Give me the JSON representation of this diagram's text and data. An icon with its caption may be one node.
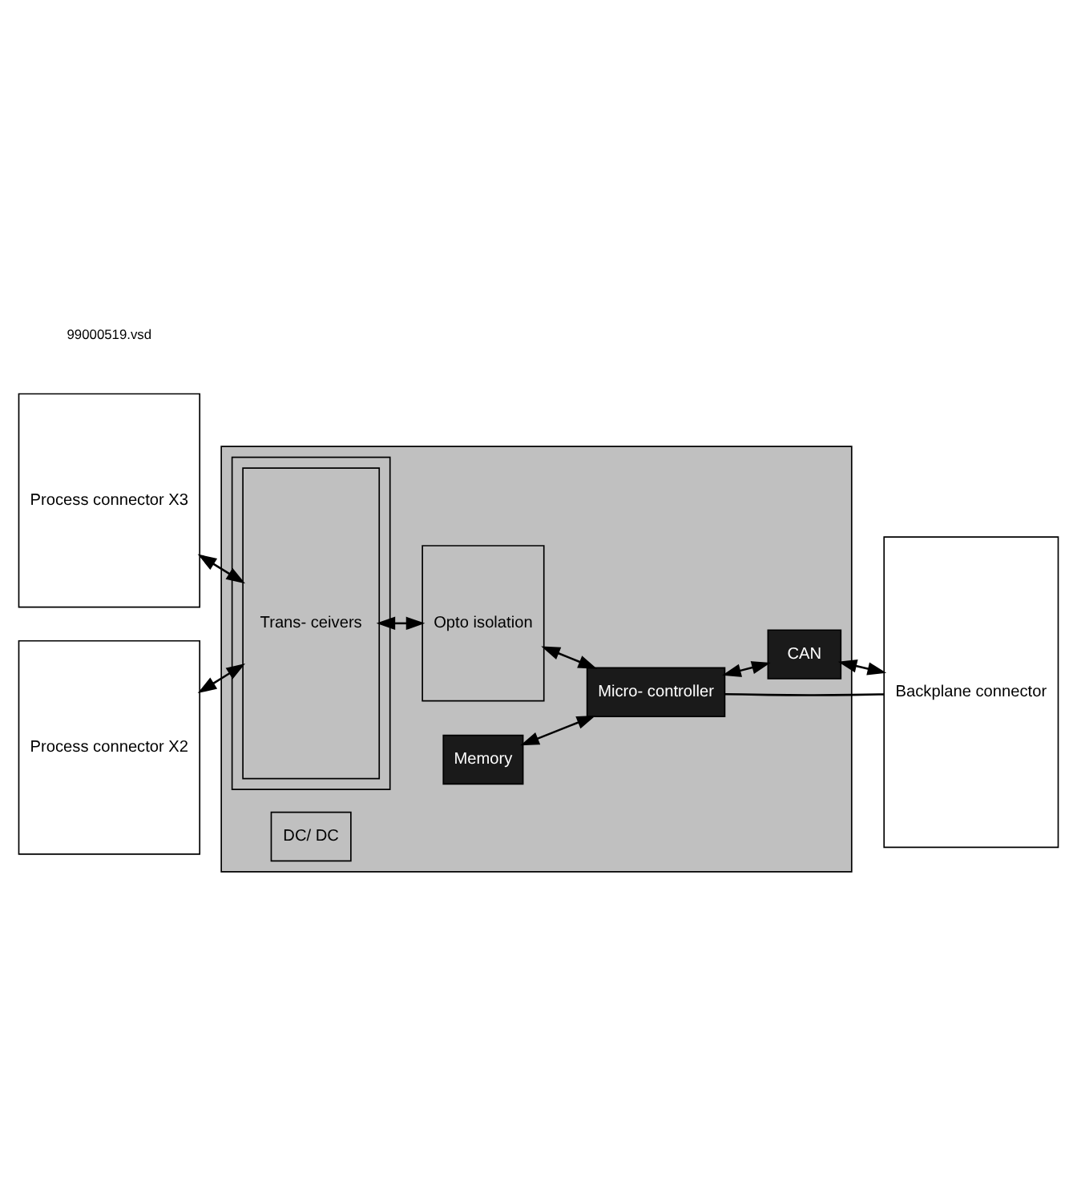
{
  "diagram": {
    "nodes": [
      {
        "text": [],
        "shape": "box"
      },
      {
        "text": [],
        "shape": "box",
        "in": 0
      },
      {
        "text": [
          "Process connector X3"
        ]
      },
      {
        "text": [
          "Process connector X2"
        ]
      },
      {
        "text": [
          "Trans- ceivers"
        ],
        "in": 1
      },
      {
        "text": [
          "Opto isolation"
        ],
        "in": 0
      },
      {
        "text": [
          "DC/ DC"
        ],
        "in": 0
      },
      {
        "text": [
          "Memory"
        ],
        "in": 0
      },
      {
        "text": [
          "CAN"
        ],
        "in": 0
      },
      {
        "text": [
          "Micro- controller"
        ],
        "in": 0
      },
      {
        "text": [
          "Backplane connector"
        ]
      }
    ],
    "edges": [
      {
        "from": 2,
        "to": 4,
        "arrow": "both"
      },
      {
        "from": 3,
        "to": 4,
        "arrow": "both"
      },
      {
        "from": 4,
        "to": 5,
        "arrow": "both"
      },
      {
        "from": 5,
        "to": 9,
        "arrow": "both"
      },
      {
        "from": 7,
        "to": 9,
        "arrow": "both"
      },
      {
        "from": 9,
        "to": 8,
        "arrow": "both"
      },
      {
        "from": 8,
        "to": 10,
        "arrow": "both"
      },
      {
        "from": 9,
        "to": 10,
        "arrow": "none"
      }
    ],
    "labels": [
      "99000519.vsd"
    ]
  }
}
